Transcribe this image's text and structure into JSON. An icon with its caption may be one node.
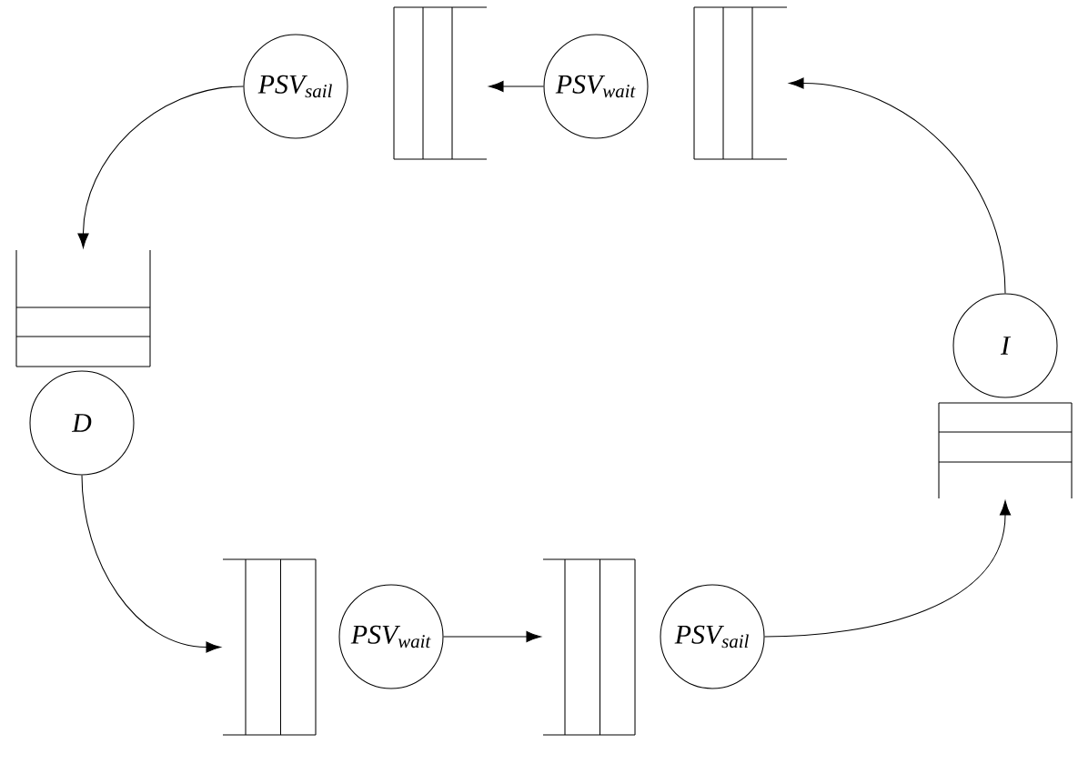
{
  "diagram": {
    "nodes": [
      {
        "text": [
          "PSV$_{sail}$"
        ]
      },
      {
        "text": [],
        "shape": "queue"
      },
      {
        "text": [
          "PSV$_{wait}$"
        ]
      },
      {
        "text": [],
        "shape": "queue"
      },
      {
        "text": [],
        "shape": "queue"
      },
      {
        "text": [
          "D"
        ]
      },
      {
        "text": [
          "I"
        ]
      },
      {
        "text": [],
        "shape": "queue"
      },
      {
        "text": [],
        "shape": "queue"
      },
      {
        "text": [
          "PSV$_{wait}$"
        ]
      },
      {
        "text": [],
        "shape": "queue"
      },
      {
        "text": [
          "PSV$_{sail}$"
        ]
      }
    ],
    "edges": [
      {
        "from": 0,
        "to": 4,
        "arrow": "to"
      },
      {
        "from": 5,
        "to": 8,
        "arrow": "to"
      },
      {
        "from": 9,
        "to": 10,
        "arrow": "to"
      },
      {
        "from": 11,
        "to": 7,
        "arrow": "to"
      },
      {
        "from": 6,
        "to": 3,
        "arrow": "to"
      },
      {
        "from": 2,
        "to": 1,
        "arrow": "to"
      }
    ]
  }
}
